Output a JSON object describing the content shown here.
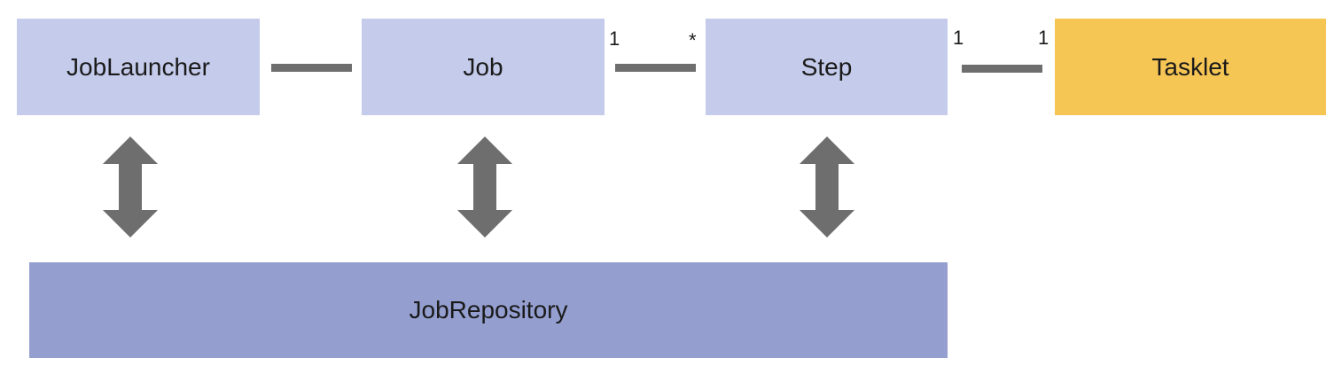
{
  "boxes": {
    "joblauncher": {
      "label": "JobLauncher"
    },
    "job": {
      "label": "Job"
    },
    "step": {
      "label": "Step"
    },
    "tasklet": {
      "label": "Tasklet"
    },
    "jobrepository": {
      "label": "JobRepository"
    }
  },
  "multiplicities": {
    "job_side": "1",
    "step_side_many": "*",
    "step_side_one": "1",
    "tasklet_side": "1"
  },
  "colors": {
    "component_box": "#c5cbeb",
    "repository_box": "#949fd0",
    "tasklet_box": "#f6c655",
    "connector": "#6e6e6e",
    "arrow": "#6e6e6e"
  },
  "icons": {
    "vertical_arrow": "double-headed-vertical-arrow"
  }
}
